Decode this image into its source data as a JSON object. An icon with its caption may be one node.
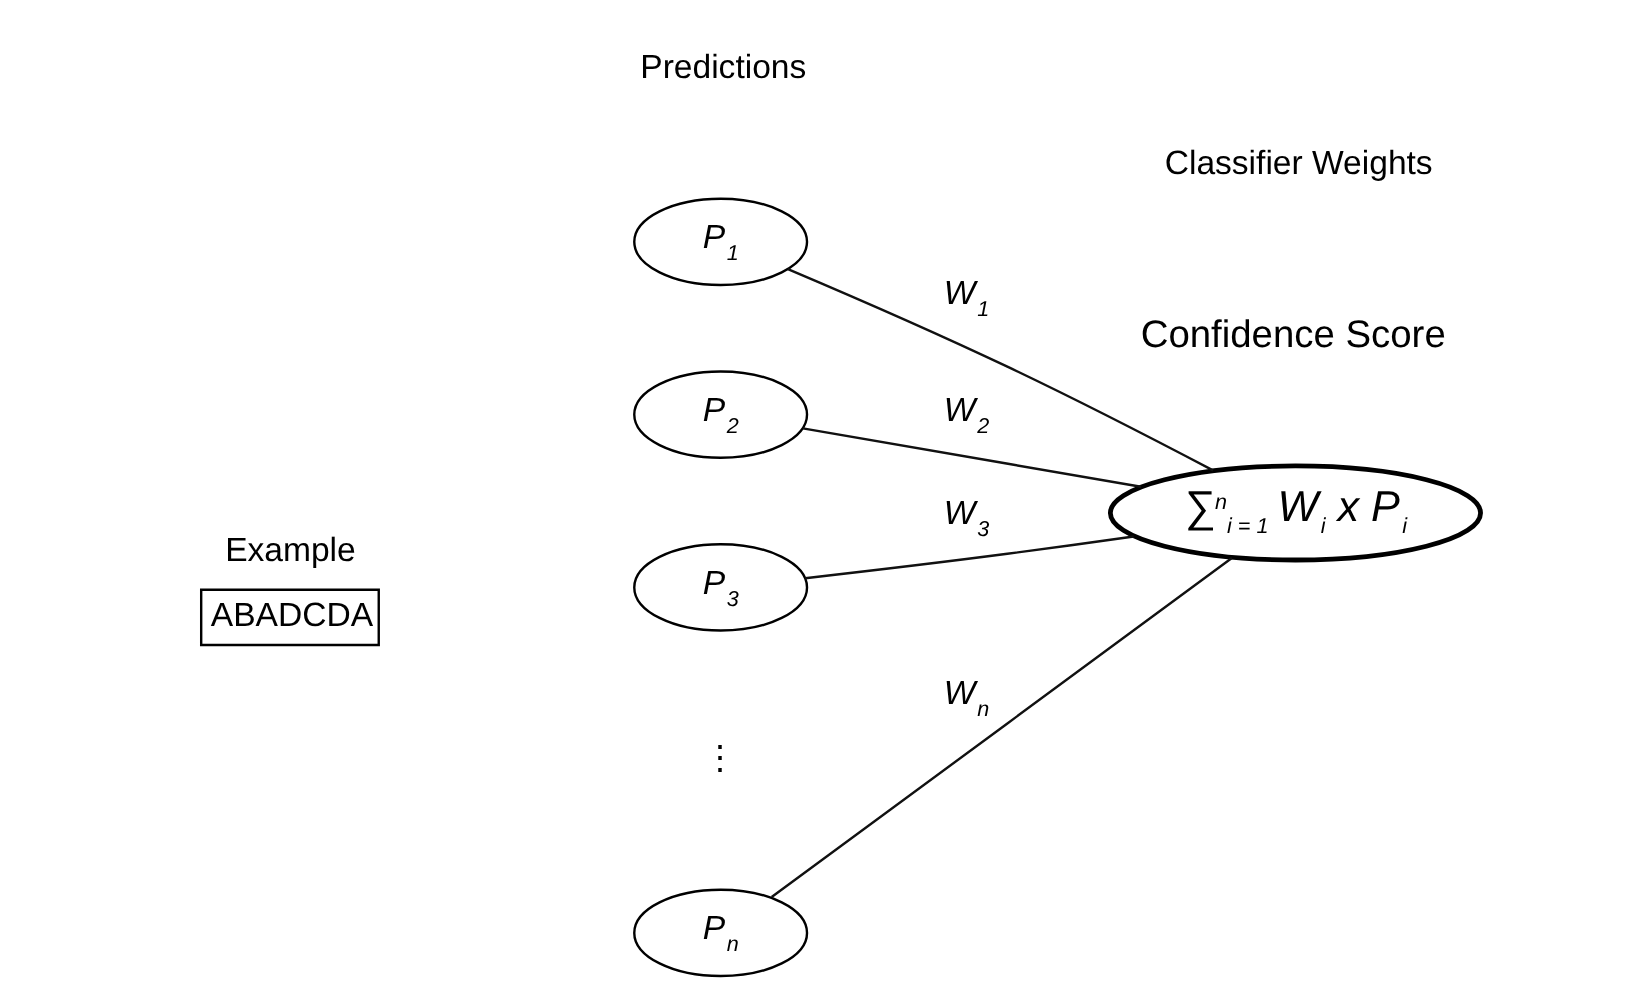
{
  "diagram": {
    "nodes": [
      {
        "text": [
          "Example",
          "ABADCDA"
        ]
      },
      {
        "text": [
          "P$_{1}$"
        ]
      },
      {
        "text": [
          "P$_{2}$"
        ]
      },
      {
        "text": [
          "P$_{3}$"
        ]
      },
      {
        "text": [
          "P$_{n}$"
        ]
      },
      {
        "text": [
          "∑$^{n}$$_{i = 1}$ W$_{i}$ x P$_{i}$"
        ],
        "beside": [
          "Confidence Score"
        ]
      }
    ],
    "edges": [
      {
        "from": 1,
        "to": 5,
        "arrow": "none",
        "label": "W$_{1}$"
      },
      {
        "from": 2,
        "to": 5,
        "arrow": "none",
        "label": "W$_{2}$"
      },
      {
        "from": 3,
        "to": 5,
        "arrow": "none",
        "label": "W$_{3}$"
      },
      {
        "from": 4,
        "to": 5,
        "arrow": "none",
        "label": "W$_{n}$"
      }
    ],
    "labels": [
      "Predictions",
      "Classifier Weights",
      "⋮"
    ]
  }
}
